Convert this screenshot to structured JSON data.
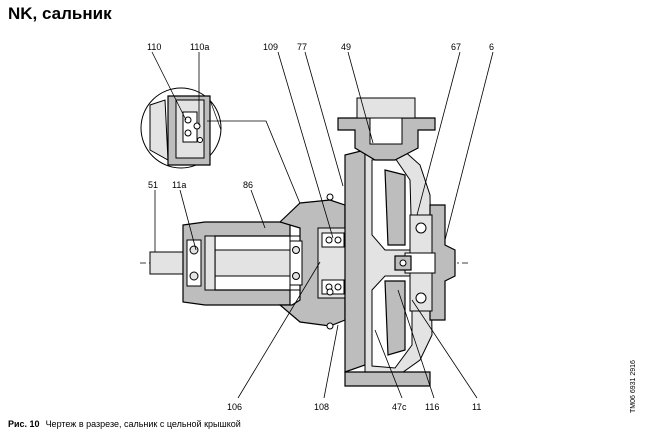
{
  "title": "NK, сальник",
  "caption": {
    "figure": "Рис. 10",
    "text": "Чертеж в разрезе, сальник с цельной крышкой"
  },
  "tm_code": "TM06 6931 2916",
  "labels": {
    "l110": "110",
    "l110a": "110a",
    "l109": "109",
    "l77": "77",
    "l49": "49",
    "l67": "67",
    "l6": "6",
    "l51": "51",
    "l11a": "11a",
    "l86": "86",
    "l106": "106",
    "l108": "108",
    "l47c": "47c",
    "l116": "116",
    "l11": "11"
  }
}
